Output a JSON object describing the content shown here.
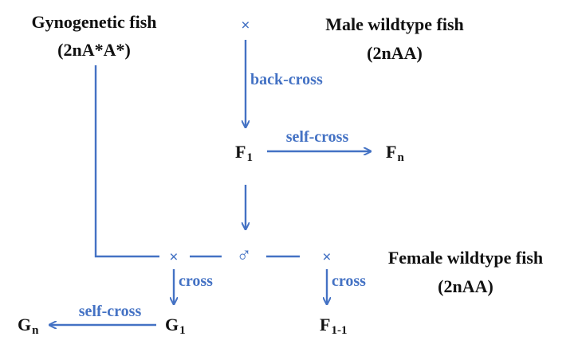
{
  "colors": {
    "arrow": "#4472c4",
    "node_text": "#111111",
    "label_text": "#4472c4"
  },
  "nodes": {
    "gynogenetic": {
      "line1": "Gynogenetic fish",
      "line2": "(2nA*A*)"
    },
    "male": {
      "line1": "Male wildtype fish",
      "line2": "(2nAA)"
    },
    "female": {
      "line1": "Female wildtype fish",
      "line2": "(2nAA)"
    },
    "f1": {
      "base": "F",
      "sub": "1"
    },
    "fn": {
      "base": "F",
      "sub": "n"
    },
    "g1": {
      "base": "G",
      "sub": "1"
    },
    "gn": {
      "base": "G",
      "sub": "n"
    },
    "f11": {
      "base": "F",
      "sub": "1-1"
    }
  },
  "symbols": {
    "cross": "×",
    "male_sign": "♂"
  },
  "edge_labels": {
    "backcross": "back-cross",
    "selfcross_f": "self-cross",
    "cross_g": "cross",
    "cross_f": "cross",
    "selfcross_g": "self-cross"
  }
}
